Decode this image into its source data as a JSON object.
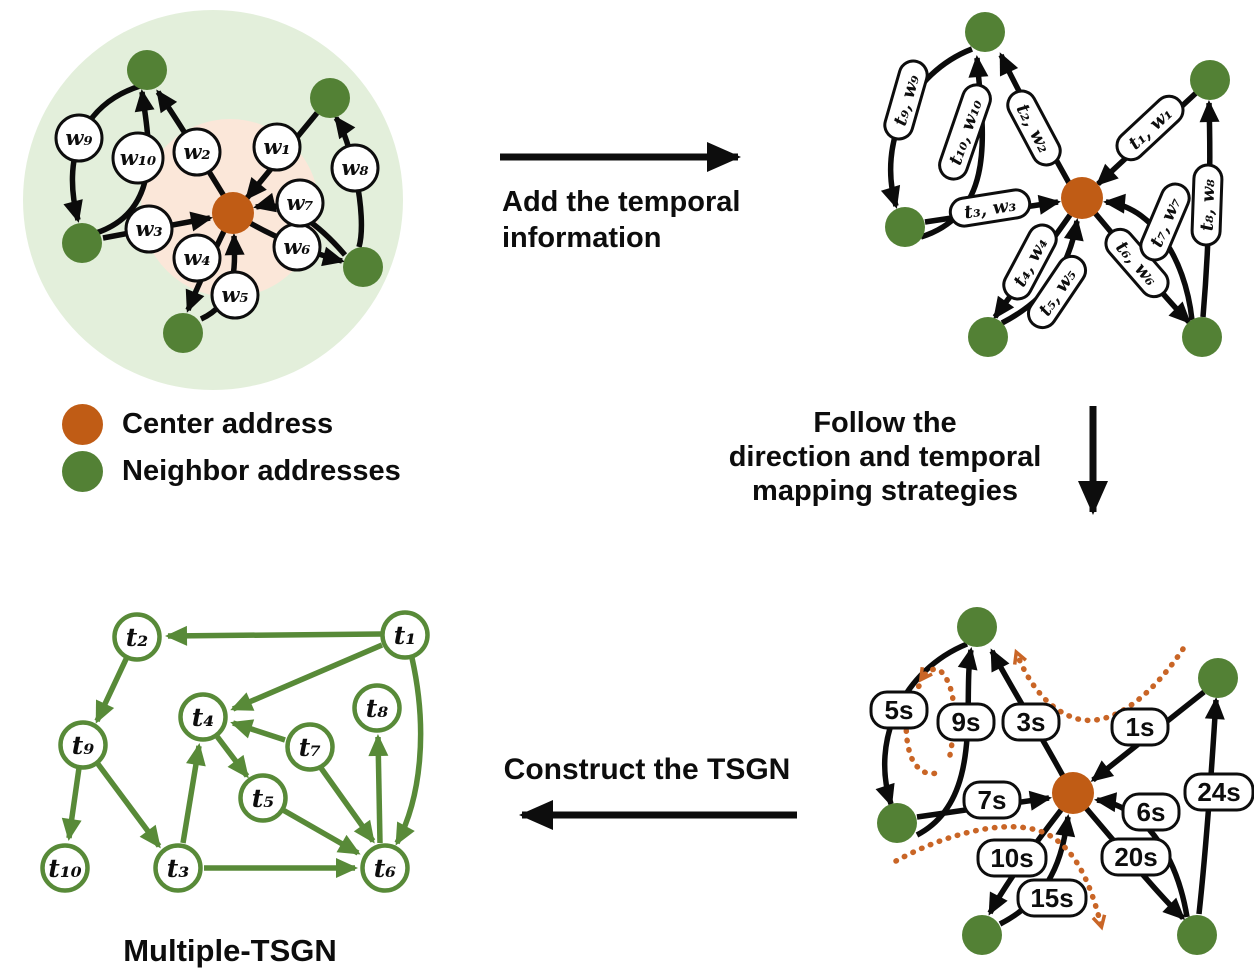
{
  "figure": {
    "steps": {
      "step1": {
        "line1": "Add the temporal",
        "line2": "information"
      },
      "step2": {
        "line1": "Follow the",
        "line2": "direction and temporal",
        "line3": "mapping strategies"
      },
      "step3": {
        "line1": "Construct the TSGN"
      }
    },
    "legend": {
      "center": "Center address",
      "neighbor": "Neighbor addresses"
    },
    "caption": "Multiple-TSGN"
  },
  "original_graph": {
    "edges": [
      {
        "from": "neighbor-top-right",
        "to": "center",
        "label": "w₁"
      },
      {
        "from": "center",
        "to": "neighbor-top",
        "label": "w₂"
      },
      {
        "from": "neighbor-left",
        "to": "center",
        "label": "w₃"
      },
      {
        "from": "center",
        "to": "neighbor-bottom",
        "label": "w₄"
      },
      {
        "from": "neighbor-bottom",
        "to": "center",
        "label": "w₅"
      },
      {
        "from": "center",
        "to": "neighbor-bottom-right",
        "label": "w₆"
      },
      {
        "from": "neighbor-bottom-right",
        "to": "center",
        "label": "w₇"
      },
      {
        "from": "neighbor-bottom-right",
        "to": "neighbor-top-right",
        "label": "w₈"
      },
      {
        "from": "neighbor-top",
        "to": "neighbor-left",
        "label": "w₉"
      },
      {
        "from": "neighbor-left",
        "to": "neighbor-top",
        "label": "w₁₀"
      }
    ]
  },
  "temporal_graph": {
    "edges": [
      {
        "from": "neighbor-top-right",
        "to": "center",
        "label": "t₁, w₁"
      },
      {
        "from": "center",
        "to": "neighbor-top",
        "label": "t₂, w₂"
      },
      {
        "from": "neighbor-left",
        "to": "center",
        "label": "t₃, w₃"
      },
      {
        "from": "center",
        "to": "neighbor-bottom",
        "label": "t₄, w₄"
      },
      {
        "from": "neighbor-bottom",
        "to": "center",
        "label": "t₅, w₅"
      },
      {
        "from": "center",
        "to": "neighbor-bottom-right",
        "label": "t₆, w₆"
      },
      {
        "from": "neighbor-bottom-right",
        "to": "center",
        "label": "t₇, w₇"
      },
      {
        "from": "neighbor-bottom-right",
        "to": "neighbor-top-right",
        "label": "t₈, w₈"
      },
      {
        "from": "neighbor-top",
        "to": "neighbor-left",
        "label": "t₉, w₉"
      },
      {
        "from": "neighbor-left",
        "to": "neighbor-top",
        "label": "t₁₀, w₁₀"
      }
    ]
  },
  "time_graph": {
    "edges": [
      {
        "from": "neighbor-top-right",
        "to": "center",
        "label": "1s"
      },
      {
        "from": "center",
        "to": "neighbor-top",
        "label": "3s"
      },
      {
        "from": "neighbor-left",
        "to": "center",
        "label": "7s"
      },
      {
        "from": "center",
        "to": "neighbor-bottom",
        "label": "10s"
      },
      {
        "from": "neighbor-bottom",
        "to": "center",
        "label": "15s"
      },
      {
        "from": "center",
        "to": "neighbor-bottom-right",
        "label": "20s"
      },
      {
        "from": "neighbor-bottom-right",
        "to": "center",
        "label": "6s"
      },
      {
        "from": "neighbor-bottom-right",
        "to": "neighbor-top-right",
        "label": "24s"
      },
      {
        "from": "neighbor-top",
        "to": "neighbor-left",
        "label": "5s"
      },
      {
        "from": "neighbor-left",
        "to": "neighbor-top",
        "label": "9s"
      }
    ]
  },
  "tsgn_graph": {
    "nodes": [
      {
        "label": "t₁"
      },
      {
        "label": "t₂"
      },
      {
        "label": "t₃"
      },
      {
        "label": "t₄"
      },
      {
        "label": "t₅"
      },
      {
        "label": "t₆"
      },
      {
        "label": "t₇"
      },
      {
        "label": "t₈"
      },
      {
        "label": "t₉"
      },
      {
        "label": "t₁₀"
      }
    ],
    "edges": [
      {
        "from": "t1",
        "to": "t2"
      },
      {
        "from": "t2",
        "to": "t9"
      },
      {
        "from": "t9",
        "to": "t10"
      },
      {
        "from": "t9",
        "to": "t3"
      },
      {
        "from": "t3",
        "to": "t4"
      },
      {
        "from": "t3",
        "to": "t6"
      },
      {
        "from": "t4",
        "to": "t5"
      },
      {
        "from": "t5",
        "to": "t6"
      },
      {
        "from": "t7",
        "to": "t4"
      },
      {
        "from": "t7",
        "to": "t6"
      },
      {
        "from": "t1",
        "to": "t4"
      },
      {
        "from": "t1",
        "to": "t6"
      },
      {
        "from": "t6",
        "to": "t8"
      }
    ]
  },
  "colors": {
    "center_node": "#c05c15",
    "neighbor_node": "#538135",
    "halo_outer": "#e3efdb",
    "halo_inner": "#fbe7d9",
    "tsgn_green": "#588a38",
    "dotted_orange": "#c96526",
    "edge_black": "#0b0b0b"
  }
}
